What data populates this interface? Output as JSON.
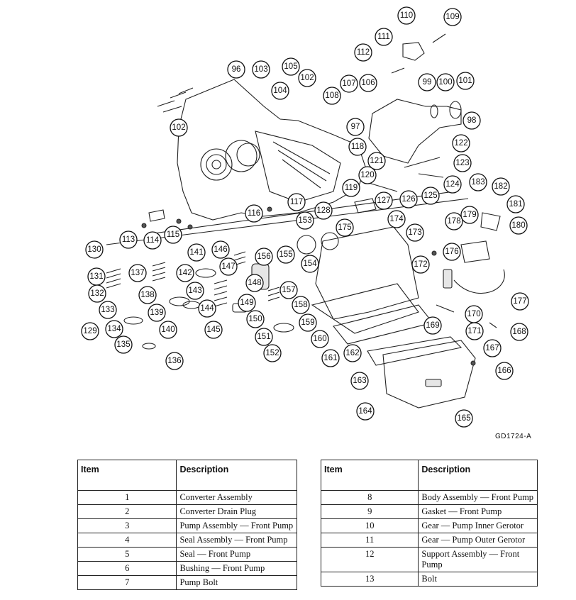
{
  "figure_id": "GD1724-A",
  "callouts": [
    "96",
    "98",
    "99",
    "100",
    "101",
    "102",
    "102",
    "103",
    "104",
    "105",
    "106",
    "107",
    "108",
    "109",
    "110",
    "111",
    "112",
    "113",
    "114",
    "115",
    "116",
    "117",
    "118",
    "119",
    "120",
    "121",
    "122",
    "123",
    "124",
    "125",
    "126",
    "127",
    "128",
    "129",
    "130",
    "131",
    "132",
    "133",
    "134",
    "135",
    "136",
    "137",
    "138",
    "139",
    "140",
    "141",
    "142",
    "143",
    "144",
    "145",
    "146",
    "147",
    "148",
    "149",
    "150",
    "151",
    "152",
    "153",
    "154",
    "155",
    "156",
    "157",
    "158",
    "159",
    "160",
    "161",
    "162",
    "163",
    "164",
    "165",
    "166",
    "167",
    "168",
    "169",
    "170",
    "171",
    "172",
    "173",
    "174",
    "175",
    "176",
    "177",
    "178",
    "179",
    "180",
    "181",
    "182",
    "183",
    "97"
  ],
  "table_left": {
    "header_item": "Item",
    "header_desc": "Description",
    "rows": [
      {
        "item": "1",
        "desc": "Converter Assembly"
      },
      {
        "item": "2",
        "desc": "Converter Drain Plug"
      },
      {
        "item": "3",
        "desc": "Pump Assembly — Front Pump"
      },
      {
        "item": "4",
        "desc": "Seal Assembly — Front Pump"
      },
      {
        "item": "5",
        "desc": "Seal — Front Pump"
      },
      {
        "item": "6",
        "desc": "Bushing — Front Pump"
      },
      {
        "item": "7",
        "desc": "Pump Bolt"
      }
    ]
  },
  "table_right": {
    "header_item": "Item",
    "header_desc": "Description",
    "rows": [
      {
        "item": "8",
        "desc": "Body Assembly — Front Pump"
      },
      {
        "item": "9",
        "desc": "Gasket — Front Pump"
      },
      {
        "item": "10",
        "desc": "Gear — Pump Inner Gerotor"
      },
      {
        "item": "11",
        "desc": "Gear — Pump Outer Gerotor"
      },
      {
        "item": "12",
        "desc": "Support Assembly — Front Pump"
      },
      {
        "item": "13",
        "desc": "Bolt"
      }
    ]
  }
}
